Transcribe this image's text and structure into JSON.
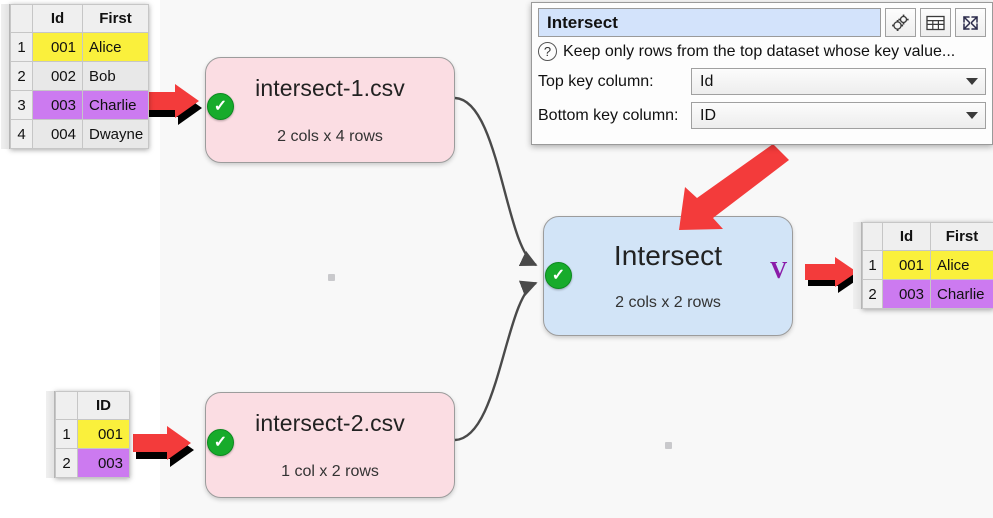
{
  "canvas": {
    "dots": [
      [
        328,
        274
      ],
      [
        665,
        442
      ]
    ]
  },
  "nodes": [
    {
      "id": "csv1",
      "title": "intersect-1.csv",
      "subtitle": "2 cols x 4 rows",
      "status": "ok-check-icon"
    },
    {
      "id": "csv2",
      "title": "intersect-2.csv",
      "subtitle": "1 col x 2 rows",
      "status": "ok-check-icon"
    },
    {
      "id": "op",
      "title": "Intersect",
      "subtitle": "2 cols x 2 rows",
      "status": "ok-check-icon",
      "marker": "V"
    }
  ],
  "panel": {
    "name_value": "Intersect",
    "buttons": [
      {
        "name": "gears-icon",
        "tip": "gears"
      },
      {
        "name": "table-icon",
        "tip": "table"
      },
      {
        "name": "expand-icon",
        "tip": "expand"
      }
    ],
    "help_icon": "?",
    "help_text": "Keep only rows from the top dataset whose key value...",
    "fields": [
      {
        "label": "Top key column:",
        "value": "Id"
      },
      {
        "label": "Bottom key column:",
        "value": "ID"
      }
    ]
  },
  "tables": {
    "source_top": {
      "headers": [
        "",
        "Id",
        "First"
      ],
      "rows": [
        {
          "n": "1",
          "cells": [
            "001",
            "Alice"
          ],
          "hl": "yellow"
        },
        {
          "n": "2",
          "cells": [
            "002",
            "Bob"
          ],
          "hl": "none"
        },
        {
          "n": "3",
          "cells": [
            "003",
            "Charlie"
          ],
          "hl": "purple"
        },
        {
          "n": "4",
          "cells": [
            "004",
            "Dwayne"
          ],
          "hl": "none"
        }
      ]
    },
    "source_bottom": {
      "headers": [
        "",
        "ID"
      ],
      "rows": [
        {
          "n": "1",
          "cells": [
            "001"
          ],
          "hl": "yellow"
        },
        {
          "n": "2",
          "cells": [
            "003"
          ],
          "hl": "purple"
        }
      ]
    },
    "result": {
      "headers": [
        "",
        "Id",
        "First"
      ],
      "rows": [
        {
          "n": "1",
          "cells": [
            "001",
            "Alice"
          ],
          "hl": "yellow"
        },
        {
          "n": "2",
          "cells": [
            "003",
            "Charlie"
          ],
          "hl": "purple"
        }
      ]
    }
  },
  "colors": {
    "csv_node": "#fbdde3",
    "op_node": "#d2e4f7",
    "status_green": "#17ab2b",
    "highlight_yellow": "#faf03c",
    "highlight_purple": "#cc7af0",
    "pointer_red": "#f33b3b",
    "marker_purple": "#8a1ba8"
  }
}
